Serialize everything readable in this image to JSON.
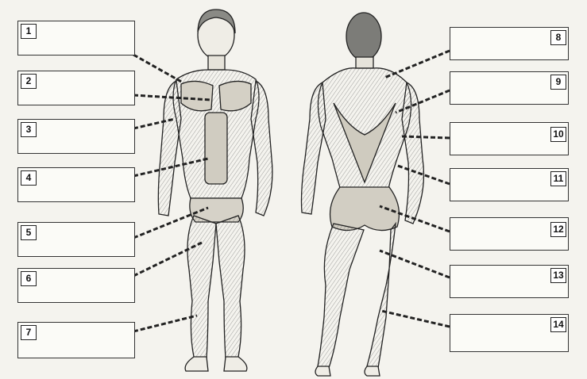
{
  "labels": [
    {
      "number": "1",
      "answer": ""
    },
    {
      "number": "2",
      "answer": ""
    },
    {
      "number": "3",
      "answer": ""
    },
    {
      "number": "4",
      "answer": ""
    },
    {
      "number": "5",
      "answer": ""
    },
    {
      "number": "6",
      "answer": ""
    },
    {
      "number": "7",
      "answer": ""
    },
    {
      "number": "8",
      "answer": ""
    },
    {
      "number": "9",
      "answer": ""
    },
    {
      "number": "10",
      "answer": ""
    },
    {
      "number": "11",
      "answer": ""
    },
    {
      "number": "12",
      "answer": ""
    },
    {
      "number": "13",
      "answer": ""
    },
    {
      "number": "14",
      "answer": ""
    }
  ],
  "colors": {
    "ink": "#2b2b2b",
    "paper": "#f4f3ee",
    "muscle": "#d9d6cc"
  }
}
